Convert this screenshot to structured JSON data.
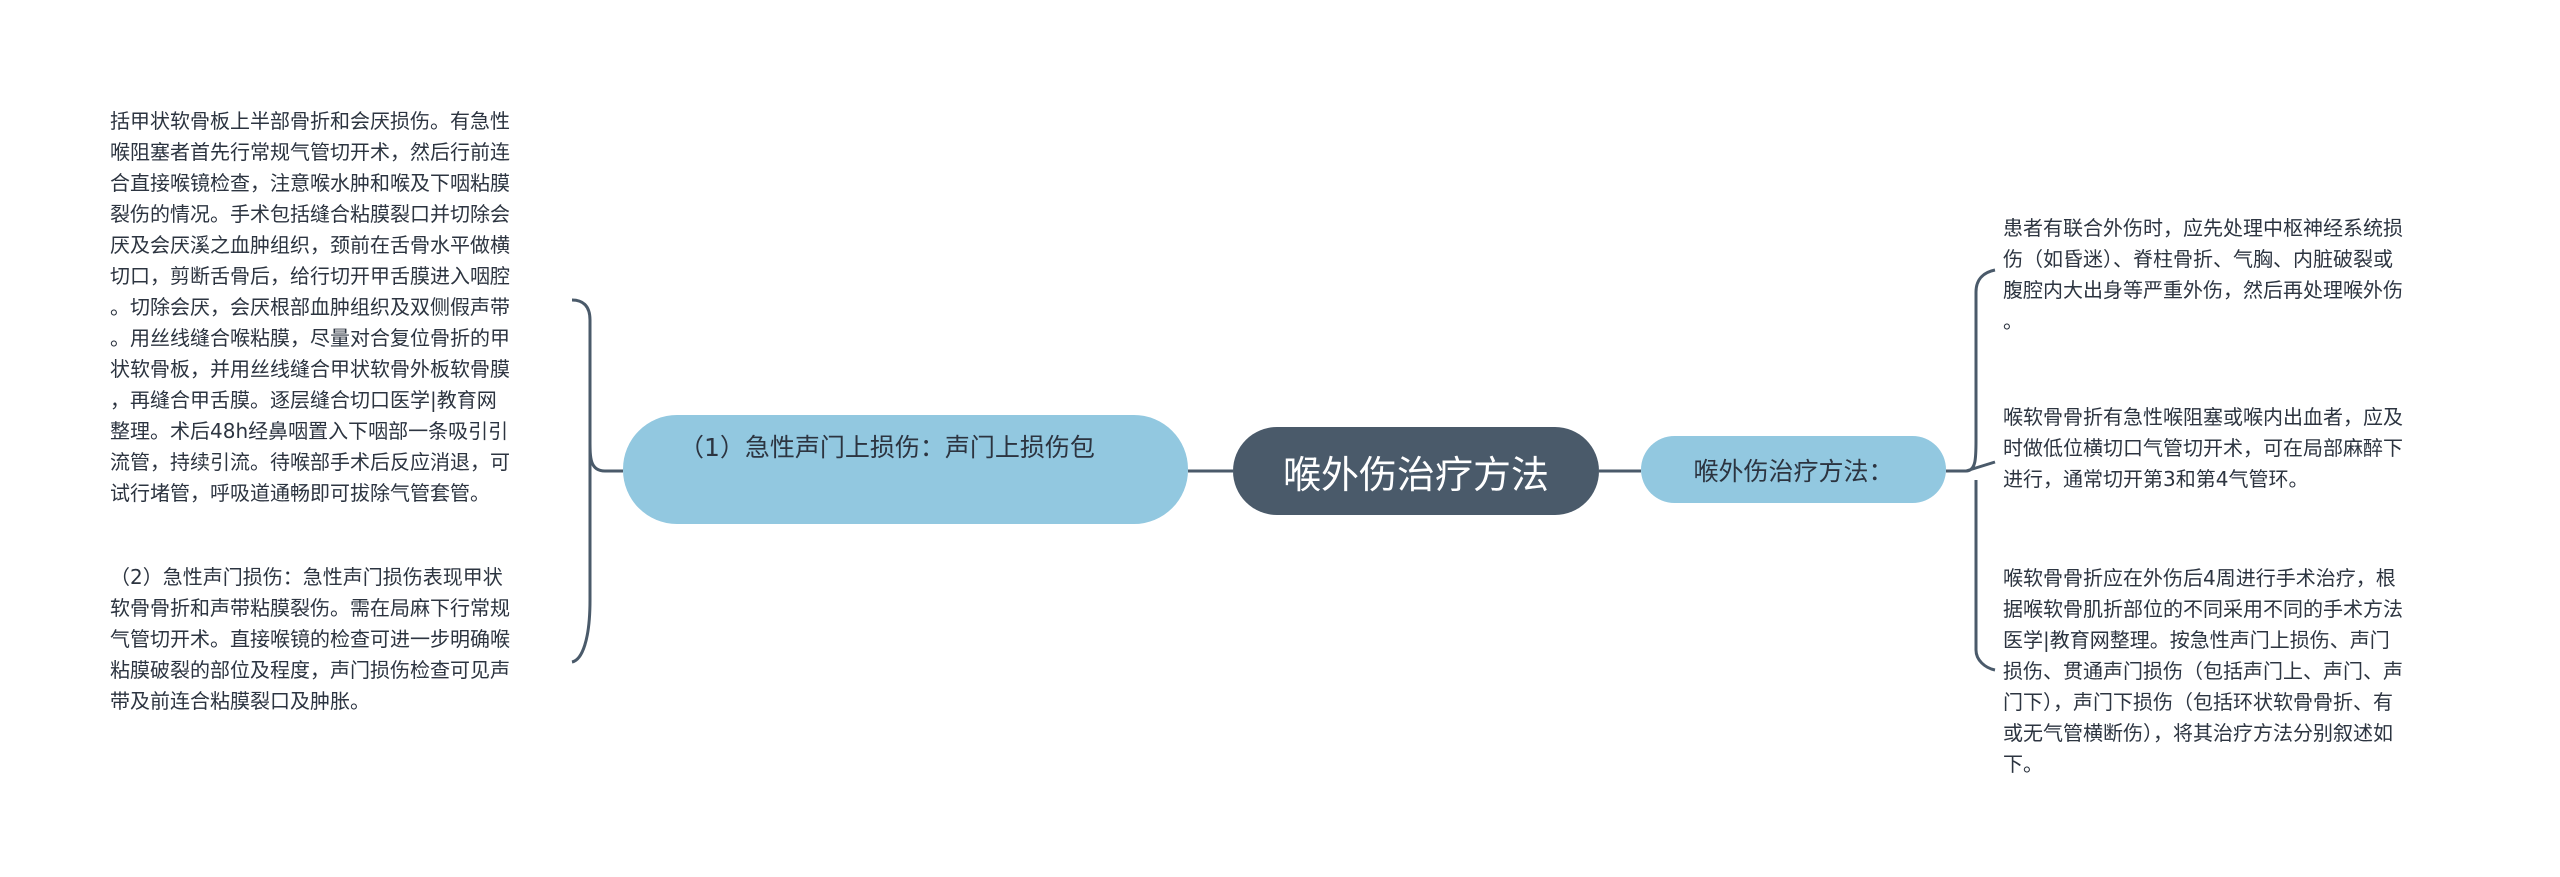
{
  "mindmap": {
    "center": "喉外伤治疗方法",
    "left_branch": {
      "label": "（1）急性声门上损伤：声门上损伤包",
      "leaves": [
        "括甲状软骨板上半部骨折和会厌损伤。有急性\n喉阻塞者首先行常规气管切开术，然后行前连\n合直接喉镜检查，注意喉水肿和喉及下咽粘膜\n裂伤的情况。手术包括缝合粘膜裂口并切除会\n厌及会厌溪之血肿组织，颈前在舌骨水平做横\n切口，剪断舌骨后，给行切开甲舌膜进入咽腔\n。切除会厌，会厌根部血肿组织及双侧假声带\n。用丝线缝合喉粘膜，尽量对合复位骨折的甲\n状软骨板，并用丝线缝合甲状软骨外板软骨膜\n，再缝合甲舌膜。逐层缝合切口医学|教育网\n整理。术后48h经鼻咽置入下咽部一条吸引引\n流管，持续引流。待喉部手术后反应消退，可\n试行堵管，呼吸道通畅即可拔除气管套管。",
        "（2）急性声门损伤：急性声门损伤表现甲状\n软骨骨折和声带粘膜裂伤。需在局麻下行常规\n气管切开术。直接喉镜的检查可进一步明确喉\n粘膜破裂的部位及程度，声门损伤检查可见声\n带及前连合粘膜裂口及肿胀。"
      ]
    },
    "right_branch": {
      "label": "喉外伤治疗方法：",
      "leaves": [
        "患者有联合外伤时，应先处理中枢神经系统损\n伤（如昏迷）、脊柱骨折、气胸、内脏破裂或\n腹腔内大出身等严重外伤，然后再处理喉外伤\n。",
        "喉软骨骨折有急性喉阻塞或喉内出血者，应及\n时做低位横切口气管切开术，可在局部麻醉下\n进行，通常切开第3和第4气管环。",
        "喉软骨骨折应在外伤后4周进行手术治疗，根\n据喉软骨肌折部位的不同采用不同的手术方法\n医学|教育网整理。按急性声门上损伤、声门\n损伤、贯通声门损伤（包括声门上、声门、声\n门下），声门下损伤（包括环状软骨骨折、有\n或无气管横断伤），将其治疗方法分别叙述如\n下。"
      ]
    }
  },
  "colors": {
    "center_fill": "#4a5a6a",
    "branch_fill": "#92c8e0",
    "connector": "#4a5a6a",
    "text": "#2c3440",
    "background": "#ffffff"
  }
}
